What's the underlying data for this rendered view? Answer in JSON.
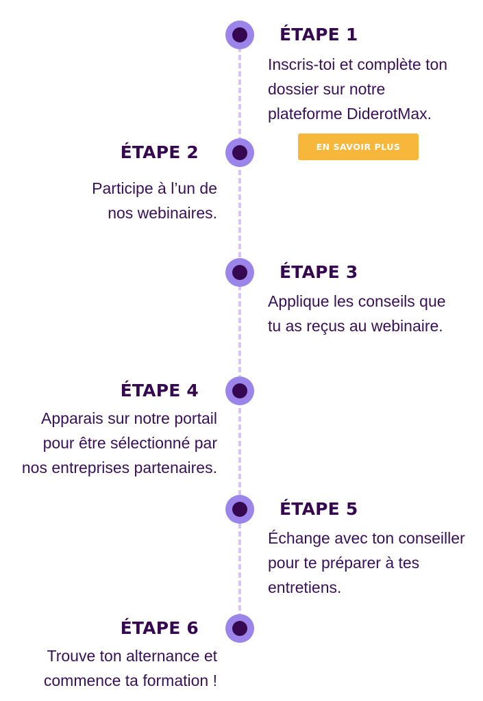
{
  "colors": {
    "dark_purple": "#35084f",
    "node_ring": "#9b84ea",
    "line": "#d9c4f7",
    "button": "#f7b73b"
  },
  "steps": [
    {
      "title": "ÉTAPE 1",
      "lines": [
        "Inscris-toi et complète ton",
        "dossier sur notre",
        "plateforme DiderotMax."
      ]
    },
    {
      "title": "ÉTAPE 2",
      "lines": [
        "Participe à l’un de",
        "nos webinaires."
      ]
    },
    {
      "title": "ÉTAPE 3",
      "lines": [
        "Applique les conseils que",
        "tu as reçus au webinaire."
      ]
    },
    {
      "title": "ÉTAPE 4",
      "lines": [
        "Apparais sur notre portail",
        "pour être sélectionné par",
        "nos entreprises partenaires."
      ]
    },
    {
      "title": "ÉTAPE 5",
      "lines": [
        "Échange avec ton conseiller",
        "pour te préparer à tes",
        "entretiens."
      ]
    },
    {
      "title": "ÉTAPE 6",
      "lines": [
        "Trouve ton alternance et",
        "commence ta formation !"
      ]
    }
  ],
  "cta": {
    "label": "EN SAVOIR PLUS"
  }
}
